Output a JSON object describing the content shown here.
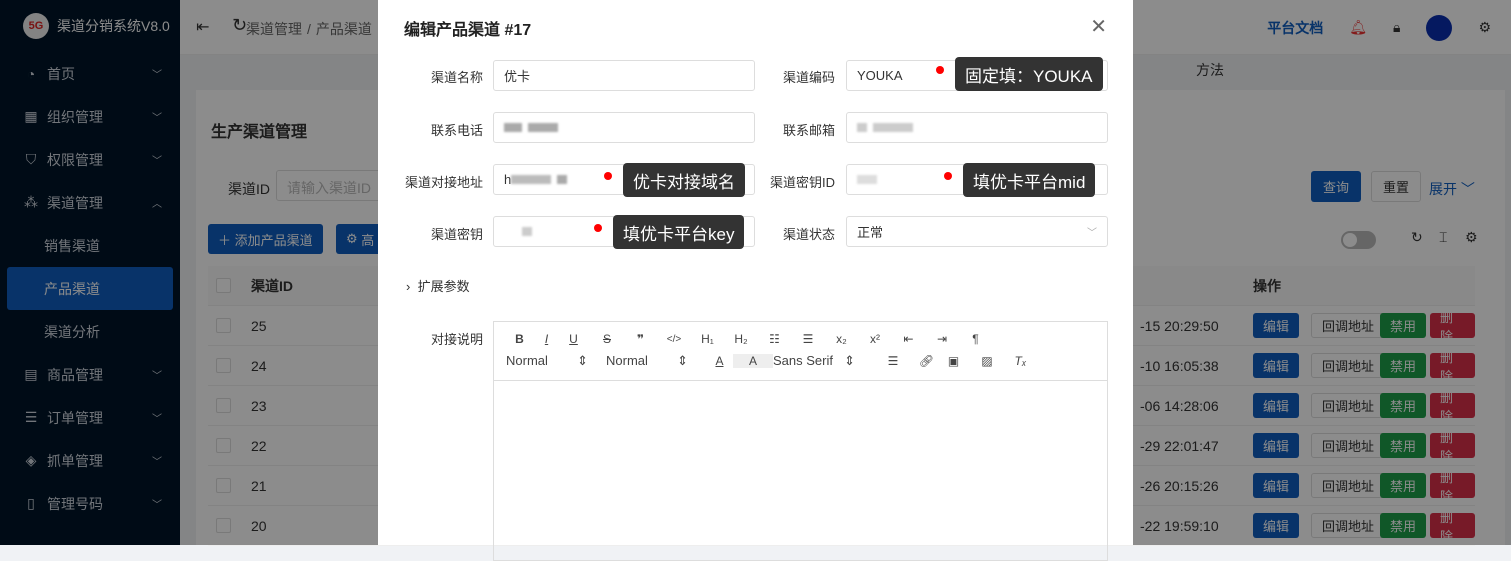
{
  "app": {
    "title": "渠道分销系统V8.0",
    "logo_text": "5G"
  },
  "sidebar": {
    "items": [
      {
        "label": "首页",
        "icon": "dashboard-icon"
      },
      {
        "label": "组织管理",
        "icon": "grid-icon"
      },
      {
        "label": "权限管理",
        "icon": "shield-icon"
      },
      {
        "label": "渠道管理",
        "icon": "network-icon",
        "expanded": true,
        "children": [
          "销售渠道",
          "产品渠道",
          "渠道分析"
        ],
        "active_child": "产品渠道"
      },
      {
        "label": "商品管理",
        "icon": "store-icon"
      },
      {
        "label": "订单管理",
        "icon": "list-icon"
      },
      {
        "label": "抓单管理",
        "icon": "diamond-icon"
      },
      {
        "label": "管理号码",
        "icon": "phone-icon"
      }
    ]
  },
  "header": {
    "breadcrumb": [
      "渠道管理",
      "产品渠道"
    ],
    "docs_link": "平台文档",
    "extra_label": "方法"
  },
  "page": {
    "title": "生产渠道管理",
    "filter_label": "渠道ID",
    "filter_placeholder": "请输入渠道ID",
    "query": "查询",
    "reset": "重置",
    "expand": "展开",
    "add": "添加产品渠道",
    "advanced": "高",
    "columns": {
      "id": "渠道ID",
      "ops": "操作"
    },
    "rows": [
      {
        "id": "25",
        "time": "-15 20:29:50"
      },
      {
        "id": "24",
        "time": "-10 16:05:38"
      },
      {
        "id": "23",
        "time": "-06 14:28:06"
      },
      {
        "id": "22",
        "time": "-29 22:01:47"
      },
      {
        "id": "21",
        "time": "-26 20:15:26"
      },
      {
        "id": "20",
        "time": "-22 19:59:10"
      }
    ],
    "row_actions": {
      "edit": "编辑",
      "callback": "回调地址",
      "disable": "禁用",
      "delete": "删除"
    }
  },
  "colors": {
    "primary": "#0f5ec0",
    "success": "#1e9e4a",
    "danger": "#d9304a",
    "sidebar": "#001529"
  },
  "modal": {
    "title": "编辑产品渠道 #17",
    "fields": {
      "name": {
        "label": "渠道名称",
        "value": "优卡"
      },
      "code": {
        "label": "渠道编码",
        "value": "YOUKA"
      },
      "phone": {
        "label": "联系电话"
      },
      "email": {
        "label": "联系邮箱"
      },
      "url": {
        "label": "渠道对接地址",
        "value": "h"
      },
      "secret_id": {
        "label": "渠道密钥ID"
      },
      "secret": {
        "label": "渠道密钥"
      },
      "status": {
        "label": "渠道状态",
        "value": "正常"
      }
    },
    "annotations": {
      "code": "固定填：YOUKA",
      "url": "优卡对接域名",
      "secret_id": "填优卡平台mid",
      "secret": "填优卡平台key"
    },
    "ext_params": "扩展参数",
    "desc_label": "对接说明",
    "editor": {
      "header_select": "Normal",
      "size_select": "Normal",
      "font_select": "Sans Serif"
    }
  }
}
